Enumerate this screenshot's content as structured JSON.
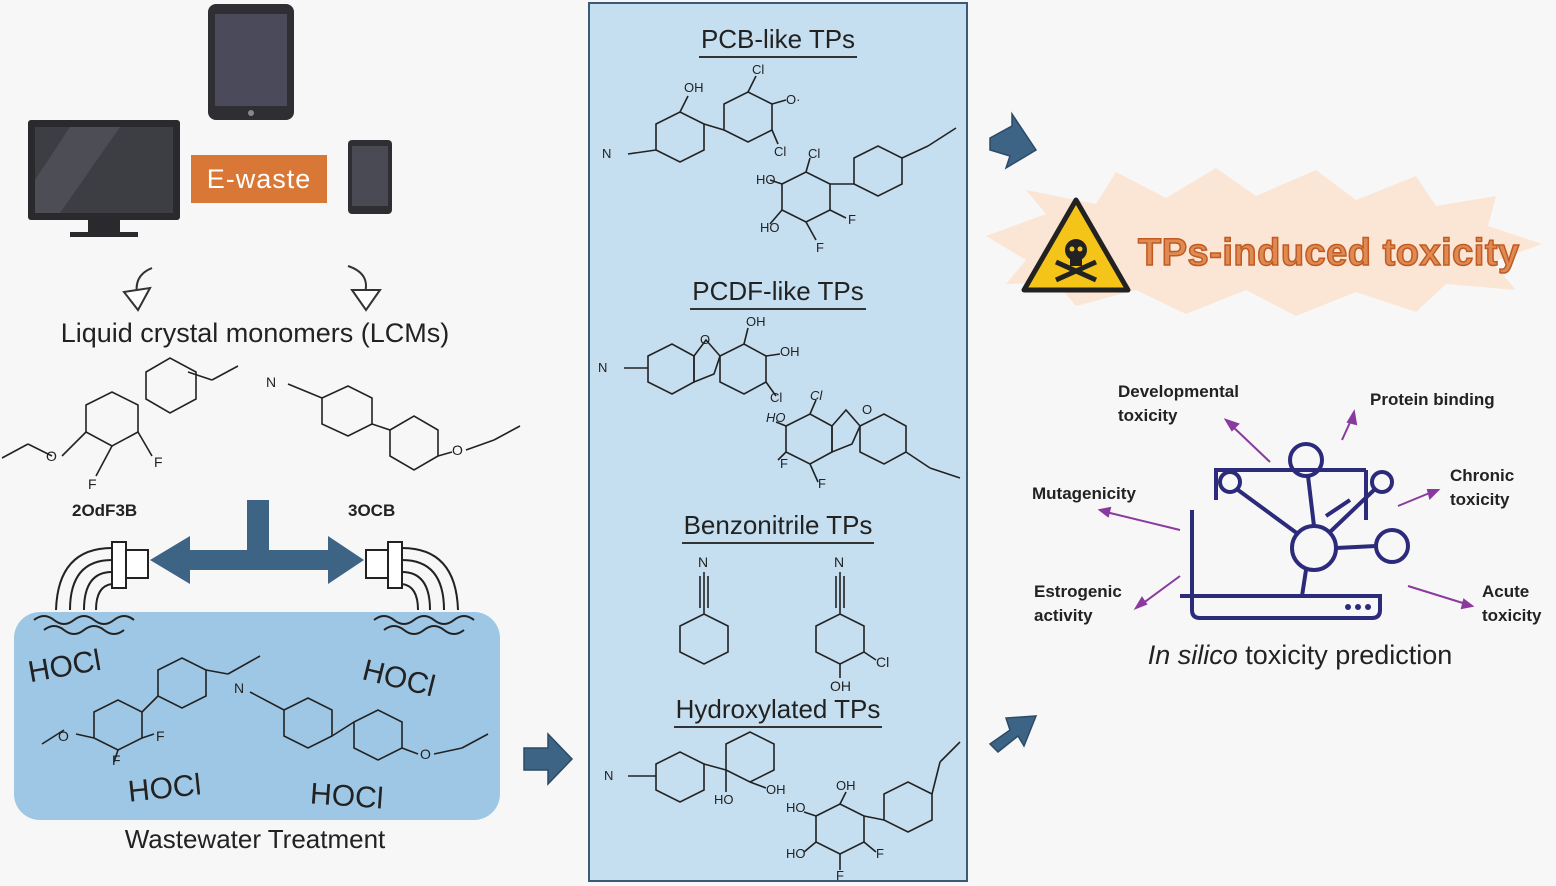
{
  "ewaste_label": "E-waste",
  "lcm_title": "Liquid crystal monomers (LCMs)",
  "lcm_1": "2OdF3B",
  "lcm_2": "3OCB",
  "hocl": "HOCl",
  "wastewater_label": "Wastewater Treatment",
  "sections": {
    "pcb": "PCB-like TPs",
    "pcdf": "PCDF-like TPs",
    "benzonitrile": "Benzonitrile TPs",
    "hydroxylated": "Hydroxylated TPs"
  },
  "atoms": {
    "OH": "OH",
    "HO": "HO",
    "Cl": "Cl",
    "F": "F",
    "N": "N",
    "NC": "N",
    "O": "O",
    "Om": "O·"
  },
  "toxicity_title": "TPs-induced toxicity",
  "endpoints": {
    "developmental": [
      "Developmental",
      "toxicity"
    ],
    "protein": "Protein binding",
    "chronic": [
      "Chronic",
      "toxicity"
    ],
    "mutagenicity": "Mutagenicity",
    "estrogenic": [
      "Estrogenic",
      "activity"
    ],
    "acute": [
      "Acute",
      "toxicity"
    ]
  },
  "insilico": {
    "italic": "In silico",
    "rest": " toxicity prediction"
  },
  "colors": {
    "ewaste": "#d97736",
    "arrow": "#3d6385",
    "panel": "#c6dff0",
    "water": "#9ec7e5",
    "purple": "#8a3a9e",
    "laptop": "#2c2a7a"
  }
}
